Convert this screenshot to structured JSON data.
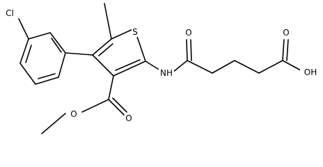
{
  "molecule": {
    "atoms": {
      "chlorine": "Cl",
      "sulfur": "S",
      "nh": "NH",
      "amide_oxygen": "O",
      "acid_oxygen": "O",
      "hydroxyl": "OH",
      "ester_carbonyl_oxygen": "O",
      "ester_ether_oxygen": "O"
    },
    "colors": {
      "bond": "#000000",
      "text": "#000000",
      "background": "#ffffff"
    }
  }
}
